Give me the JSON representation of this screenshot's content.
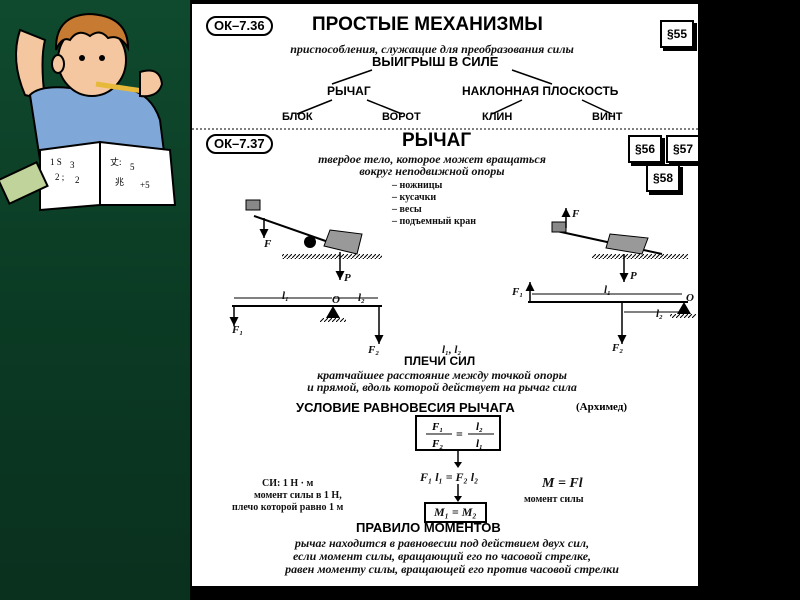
{
  "sheet": {
    "ok1": "ОК–7.36",
    "title1": "ПРОСТЫЕ МЕХАНИЗМЫ",
    "para1": "§55",
    "desc1": "приспособления, служащие для преобразования силы",
    "gain": "ВЫИГРЫШ В СИЛЕ",
    "lever": "РЫЧАГ",
    "plane": "НАКЛОННАЯ ПЛОСКОСТЬ",
    "block": "БЛОК",
    "vorot": "ВОРОТ",
    "wedge": "КЛИН",
    "screw": "ВИНТ",
    "ok2": "ОК–7.37",
    "title2": "РЫЧАГ",
    "para56": "§56",
    "para57": "§57",
    "para58": "§58",
    "desc2a": "твердое тело, которое может вращаться",
    "desc2b": "вокруг неподвижной опоры",
    "examples": [
      "– ножницы",
      "– кусачки",
      "– весы",
      "– подъемный кран"
    ],
    "arms": "l₁, l₂",
    "arms_title": "ПЛЕЧИ СИЛ",
    "arms_def1": "кратчайшее расстояние между точкой опоры",
    "arms_def2": "и прямой, вдоль которой действует на рычаг сила",
    "eq_title": "УСЛОВИЕ РАВНОВЕСИЯ РЫЧАГА",
    "eq_archimedes": "(Архимед)",
    "eq2": "F₁ l₁ = F₂ l₂",
    "eq3": "M₁ = M₂",
    "si1": "СИ: 1 Н · м",
    "si2": "момент силы в 1 Н,",
    "si3": "плечо которой равно 1 м",
    "moment_formula": "M = Fl",
    "moment_label": "момент силы",
    "rule_title": "ПРАВИЛО МОМЕНТОВ",
    "rule1": "рычаг находится в равновесии под действием двух сил,",
    "rule2": "если момент силы, вращающий его по часовой стрелке,",
    "rule3": "равен моменту силы, вращающей его против часовой стрелки"
  },
  "labels": {
    "F": "F",
    "P": "P",
    "O": "O",
    "F1": "F₁",
    "F2": "F₂",
    "l1": "l₁",
    "l2": "l₂"
  }
}
